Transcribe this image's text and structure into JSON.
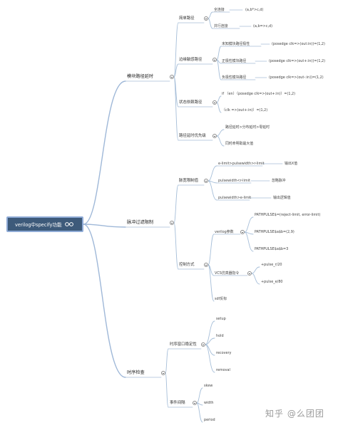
{
  "diagram": {
    "root": "verilog中specify功能",
    "branches": {
      "path_delay": {
        "label": "模块路径延时",
        "simple": {
          "label": "简单路径",
          "full": "全连接",
          "full_expr": "(a,b*>c,d)",
          "parallel": "并行连接",
          "parallel_expr": "(a,b=>c,d)"
        },
        "edge": {
          "label": "边缘敏感路径",
          "unknown": "未知模块路径极性",
          "unknown_expr": "(posedge clk=>(out:in))=(1,2)",
          "positive": "正极性模块路径",
          "positive_expr": "(posedge clk=>(out+:in))=(1,2)",
          "negative": "负极性模块路径",
          "negative_expr": "(posedge clk=>(out-:in))=(1,2)"
        },
        "state": {
          "label": "状态依赖路径",
          "line1": "if （en）（posedge clk=>(out+:in)）=(1,2)",
          "line2": "（clk =>(out+:in)）=(1,2)"
        },
        "priority": {
          "label": "路径延时优先级",
          "rule1": "路径延时>分布延时>零延时",
          "rule2": "同时命明取最大值"
        }
      },
      "pulse_filter": {
        "label": "脉冲过滤限制",
        "pulse_width": {
          "label": "脉宽限制值",
          "c1": "e-limit>pulsewidth>r-limit",
          "r1": "输出X值",
          "c2": "pulsewidth<r-limit",
          "r2": "忽略脉冲",
          "c3": "pulsewidth>e-limit",
          "r3": "输出逻辑值"
        },
        "control": {
          "label": "控制方式",
          "verilog_params": {
            "label": "verilog参数",
            "p1": "PATHPULSE$=(reject-limit, error-limit)",
            "p2": "PATHPULSE$a$b=(2,9)",
            "p3": "PATHPULSE$a$b=3"
          },
          "vcs_cmd": {
            "label": "VCS仿真器指令",
            "o1": "+pulse_r/20",
            "o2": "+pulse_e/80"
          },
          "sdf": "sdf反标"
        }
      },
      "timing_check": {
        "label": "时序检查",
        "window": {
          "label": "时序窗口稳定性",
          "items": [
            "setup",
            "hold",
            "recovery",
            "removal"
          ]
        },
        "interval": {
          "label": "事件间隔",
          "items": [
            "skew",
            "width",
            "period"
          ]
        }
      }
    }
  },
  "watermark": "知乎 @么团团"
}
